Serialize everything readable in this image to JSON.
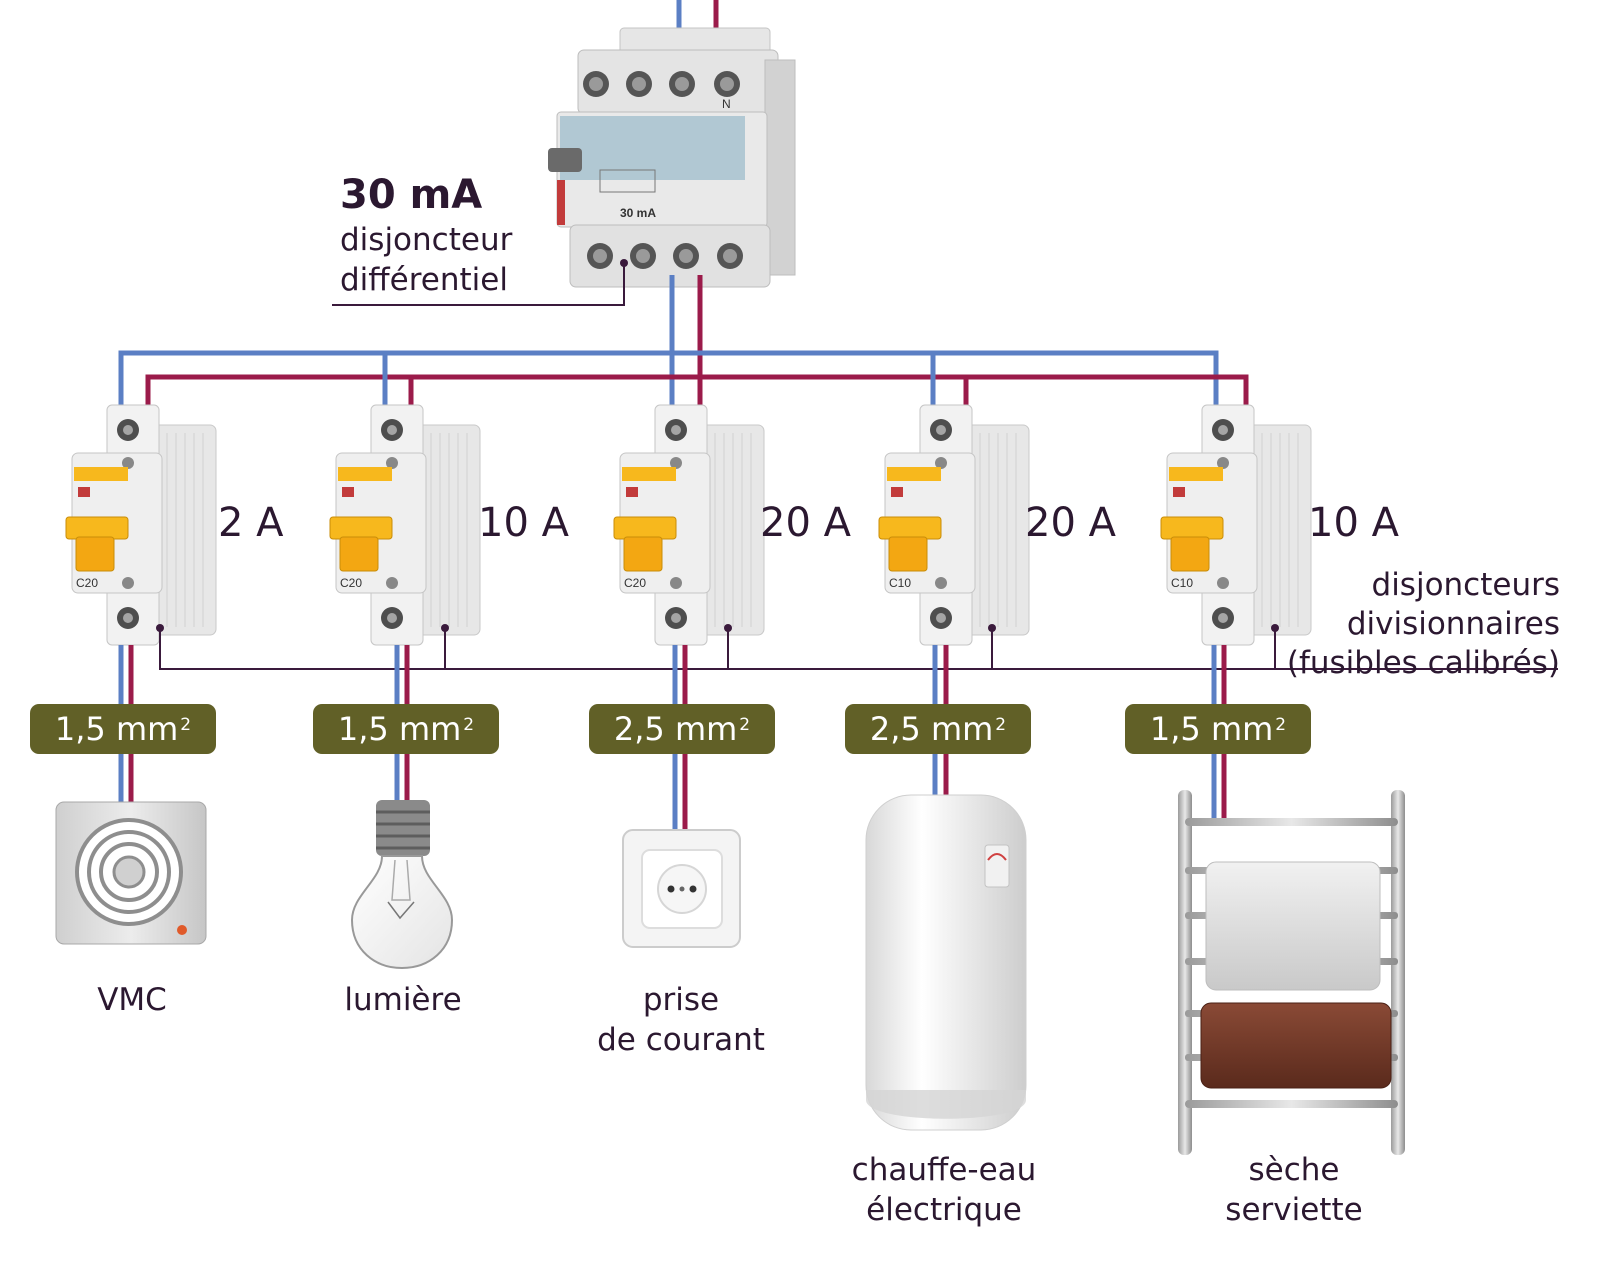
{
  "main_breaker": {
    "rating": "30 mA",
    "label_line1": "disjoncteur",
    "label_line2": "différentiel",
    "terminal_mark": "N",
    "body_text": "30 mA"
  },
  "divisional_label": {
    "line1": "disjoncteurs",
    "line2": "divisionnaires",
    "line3": "(fusibles calibrés)"
  },
  "circuits": [
    {
      "rating": "2 A",
      "breaker_code": "C20",
      "section": "1,5 mm",
      "section_exp": "2",
      "device": [
        "VMC"
      ],
      "device_icon": "ventilation-fan-icon"
    },
    {
      "rating": "10 A",
      "breaker_code": "C20",
      "section": "1,5 mm",
      "section_exp": "2",
      "device": [
        "lumière"
      ],
      "device_icon": "light-bulb-icon"
    },
    {
      "rating": "20 A",
      "breaker_code": "C20",
      "section": "2,5 mm",
      "section_exp": "2",
      "device": [
        "prise",
        "de courant"
      ],
      "device_icon": "power-socket-icon"
    },
    {
      "rating": "20 A",
      "breaker_code": "C10",
      "section": "2,5 mm",
      "section_exp": "2",
      "device": [
        "chauffe-eau",
        "électrique"
      ],
      "device_icon": "water-heater-icon"
    },
    {
      "rating": "10 A",
      "breaker_code": "C10",
      "section": "1,5 mm",
      "section_exp": "2",
      "device": [
        "sèche",
        "serviette"
      ],
      "device_icon": "towel-dryer-icon"
    }
  ],
  "colors": {
    "neutral_wire": "#5b7fc4",
    "phase_wire": "#9b1b4a",
    "callout_line": "#3a1a3c",
    "badge_bg": "#616027",
    "breaker_toggle": "#f7b81d"
  }
}
